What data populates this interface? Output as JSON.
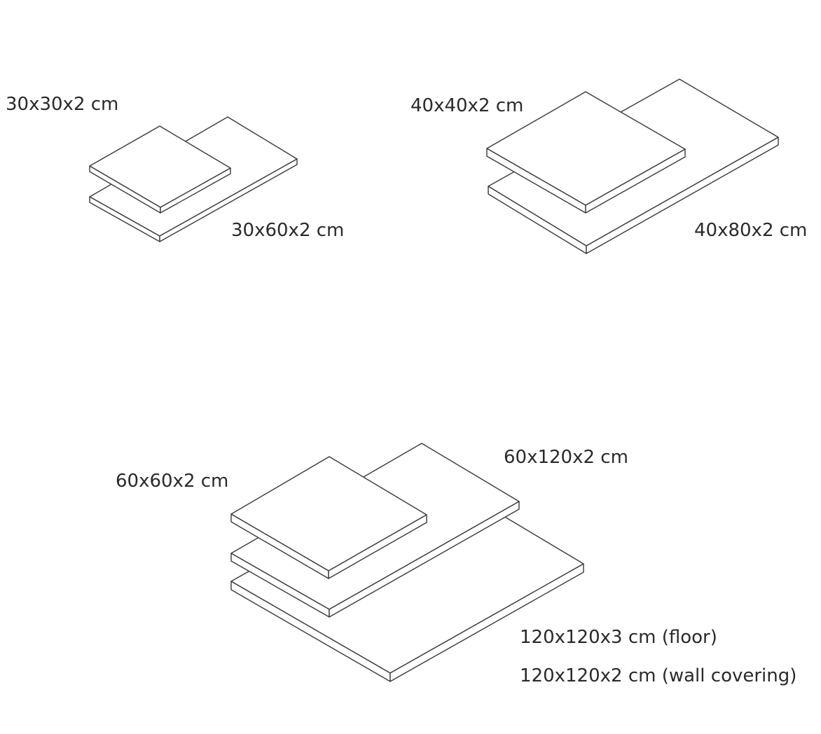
{
  "labels": {
    "tile_30x30": "30x30x2 cm",
    "tile_30x60": "30x60x2 cm",
    "tile_40x40": "40x40x2 cm",
    "tile_40x80": "40x80x2 cm",
    "tile_60x60": "60x60x2 cm",
    "tile_60x120": "60x120x2 cm",
    "tile_120x120_floor": "120x120x3 cm (floor)",
    "tile_120x120_wall": "120x120x2 cm (wall covering)"
  },
  "colors": {
    "line": "#3a3a3a",
    "text": "#2a2a2a",
    "background": "#ffffff"
  }
}
